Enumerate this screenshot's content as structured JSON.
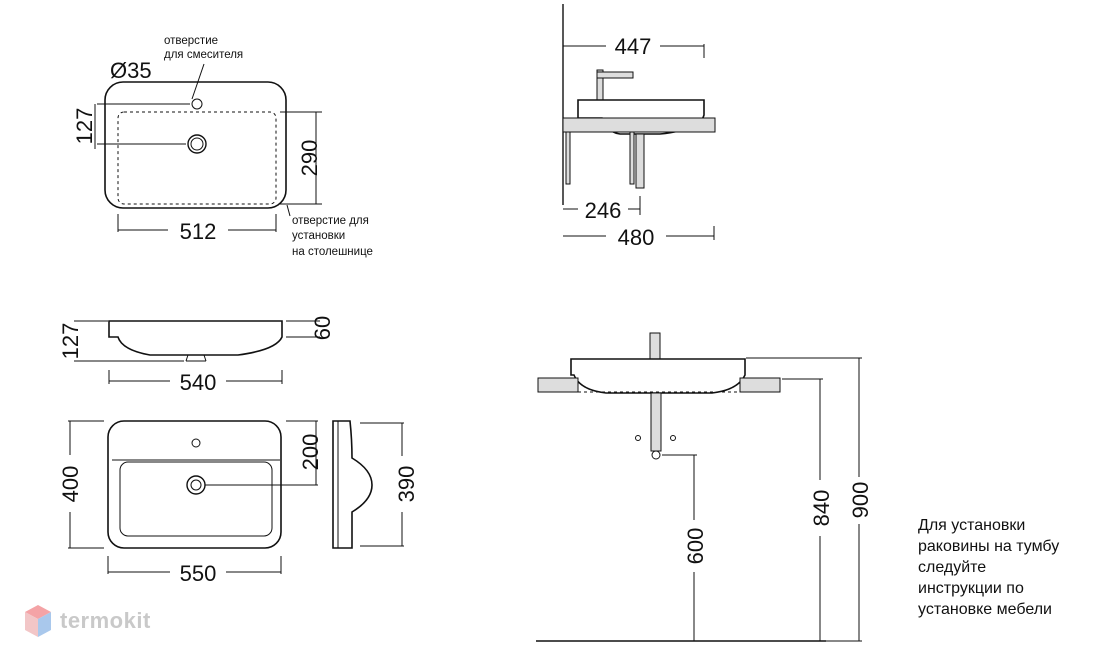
{
  "top_view": {
    "hole_diameter": "Ø35",
    "note_mixer": [
      "отверстие",
      "для смесителя"
    ],
    "note_counter": [
      "отверстие для",
      "установки",
      "на столешнице"
    ],
    "dim_127": "127",
    "dim_290": "290",
    "dim_512": "512"
  },
  "side_cabinet_view": {
    "dim_447": "447",
    "dim_246": "246",
    "dim_480": "480"
  },
  "profile_view": {
    "dim_127": "127",
    "dim_60": "60",
    "dim_540": "540"
  },
  "plan_view": {
    "dim_400": "400",
    "dim_200": "200",
    "dim_550": "550",
    "dim_390": "390"
  },
  "front_view": {
    "dim_600": "600",
    "dim_840": "840",
    "dim_900": "900"
  },
  "instructions": {
    "lines": [
      "Для установки",
      "раковины на тумбу",
      "следуйте",
      "инструкции по",
      "установке мебели"
    ]
  },
  "logo": {
    "text": "termokit",
    "colors": [
      "#f4a3a6",
      "#a9c8ec",
      "#f2c6c7"
    ]
  }
}
